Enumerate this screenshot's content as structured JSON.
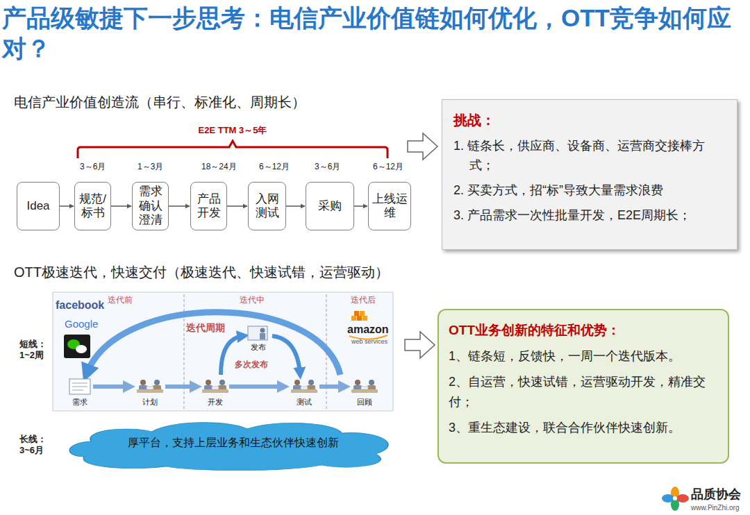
{
  "diagram": {
    "title": "产品级敏捷下一步思考：电信产业价值链如何优化，OTT竞争如何应对？",
    "nodes": [
      {
        "text": [
          "Idea"
        ]
      },
      {
        "text": [
          "规范/标书"
        ]
      },
      {
        "text": [
          "需求确认澄清"
        ]
      },
      {
        "text": [
          "产品开发"
        ]
      },
      {
        "text": [
          "入网测试"
        ]
      },
      {
        "text": [
          "采购"
        ]
      },
      {
        "text": [
          "上线运维"
        ]
      },
      {
        "text": [
          "挑战：",
          "1. 链条长，供应商、设备商、运营商交接棒方式；",
          "2. 买卖方式，招“标”导致大量需求浪费",
          "3. 产品需求一次性批量开发，E2E周期长；"
        ]
      },
      {
        "text": [
          "OTT业务创新的特征和优势：",
          "1、链条短，反馈快，一周一个迭代版本。",
          "2、自运营，快速试错，运营驱动开发，精准交付；",
          "3、重生态建设，联合合作伙伴快速创新。"
        ]
      },
      {
        "text": [
          "厚平台，支持上层业务和生态伙伴快速创新"
        ]
      }
    ],
    "edges": [
      {
        "from": 0,
        "to": 1,
        "arrow": "to"
      },
      {
        "from": 1,
        "to": 2,
        "arrow": "to"
      },
      {
        "from": 2,
        "to": 3,
        "arrow": "to"
      },
      {
        "from": 3,
        "to": 4,
        "arrow": "to"
      },
      {
        "from": 4,
        "to": 5,
        "arrow": "to"
      },
      {
        "from": 5,
        "to": 6,
        "arrow": "to"
      }
    ],
    "labels": [
      "电信产业价值创造流（串行、标准化、周期长）",
      "E2E TTM 3～5年",
      "3～6月",
      "1～3月",
      "18～24月",
      "6～12月",
      "3～6月",
      "6～12月",
      "OTT极速迭代，快速交付（极速迭代、快速试错，运营驱动）",
      "facebook",
      "迭代前",
      "迭代中",
      "迭代后",
      "Google",
      "amazon",
      "web services",
      "迭代周期",
      "发布",
      "多次发布",
      "短线： 1~2周",
      "需求",
      "计划",
      "开发",
      "测试",
      "回顾",
      "长线： 3~6月",
      "品质协会",
      "www.PinZhi.org"
    ]
  }
}
